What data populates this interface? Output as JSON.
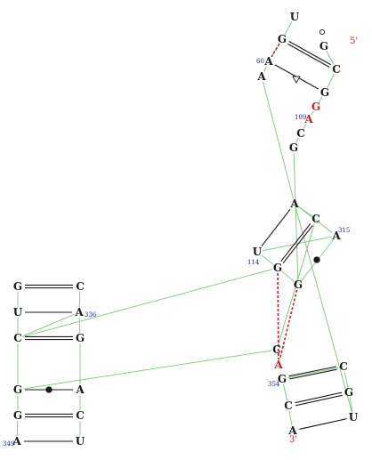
{
  "colors": {
    "background": "#ffffff",
    "backbone": "#7cc47c",
    "canonical_pair": "#1a1a1a",
    "tertiary_contact": "#cc1f1f",
    "nucleotide_text": "#1a1a1a",
    "highlight_nucleotide": "#cc1f1f",
    "position_number": "#1a1aa8"
  },
  "nucleotides": [
    {
      "id": "n1",
      "letter": "U"
    },
    {
      "id": "n2",
      "letter": "G"
    },
    {
      "id": "n3",
      "letter": "A"
    },
    {
      "id": "n4",
      "letter": "A"
    },
    {
      "id": "n5",
      "letter": "G"
    },
    {
      "id": "n6",
      "letter": "C"
    },
    {
      "id": "n7",
      "letter": "G"
    },
    {
      "id": "n8",
      "letter": "G",
      "highlight": true
    },
    {
      "id": "n9",
      "letter": "A",
      "highlight": true
    },
    {
      "id": "n10",
      "letter": "C"
    },
    {
      "id": "n11",
      "letter": "G"
    },
    {
      "id": "n12",
      "letter": "A"
    },
    {
      "id": "n13",
      "letter": "C"
    },
    {
      "id": "n14",
      "letter": "A"
    },
    {
      "id": "n15",
      "letter": "U"
    },
    {
      "id": "n16",
      "letter": "G"
    },
    {
      "id": "n17",
      "letter": "G"
    },
    {
      "id": "n18",
      "letter": "C"
    },
    {
      "id": "n19",
      "letter": "A",
      "highlight": true
    },
    {
      "id": "n20",
      "letter": "G"
    },
    {
      "id": "n21",
      "letter": "C"
    },
    {
      "id": "n22",
      "letter": "G"
    },
    {
      "id": "n23",
      "letter": "C"
    },
    {
      "id": "n24",
      "letter": "A"
    },
    {
      "id": "n25",
      "letter": "U"
    },
    {
      "id": "n26",
      "letter": "G"
    },
    {
      "id": "n27",
      "letter": "C"
    },
    {
      "id": "n28",
      "letter": "U"
    },
    {
      "id": "n29",
      "letter": "A"
    },
    {
      "id": "n30",
      "letter": "C"
    },
    {
      "id": "n31",
      "letter": "G"
    },
    {
      "id": "n32",
      "letter": "G"
    },
    {
      "id": "n33",
      "letter": "A"
    },
    {
      "id": "n34",
      "letter": "G"
    },
    {
      "id": "n35",
      "letter": "C"
    },
    {
      "id": "n36",
      "letter": "A"
    },
    {
      "id": "n37",
      "letter": "U"
    }
  ],
  "position_numbers": [
    {
      "id": "p60",
      "text": "60"
    },
    {
      "id": "p109",
      "text": "109"
    },
    {
      "id": "p315",
      "text": "315"
    },
    {
      "id": "p114",
      "text": "114"
    },
    {
      "id": "p336",
      "text": "336"
    },
    {
      "id": "p354",
      "text": "354"
    },
    {
      "id": "p349",
      "text": "349"
    }
  ],
  "end_labels": {
    "five_prime": "5'",
    "three_prime": "3'"
  }
}
